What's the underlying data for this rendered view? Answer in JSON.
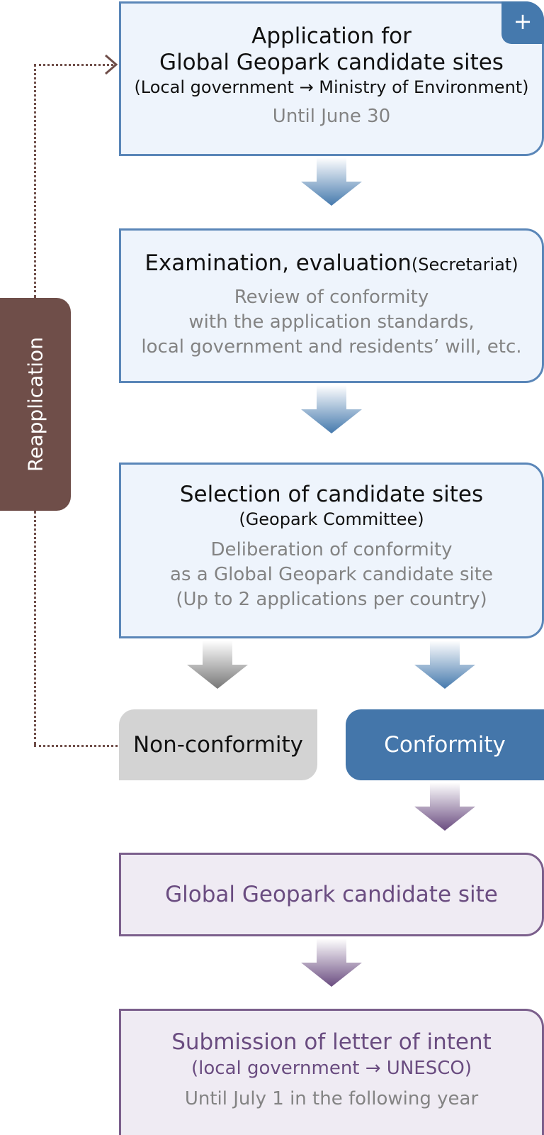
{
  "steps": [
    {
      "title_line1": "Application for",
      "title_line2": "Global Geopark candidate sites",
      "subtitle": "(Local government → Ministry of Environment)",
      "note": "Until June 30",
      "expand_symbol": "+"
    },
    {
      "title": "Examination, evaluation",
      "title_suffix": "(Secretariat)",
      "details": [
        "Review of conformity",
        "with the application standards,",
        "local government and residents’ will, etc."
      ]
    },
    {
      "title": "Selection of candidate sites",
      "subtitle": "(Geopark Committee)",
      "details": [
        "Deliberation of conformity",
        "as a Global Geopark candidate site",
        "(Up to 2 applications per country)"
      ]
    },
    {
      "title": "Global Geopark candidate site"
    },
    {
      "title": "Submission of letter of intent",
      "subtitle": "(local government → UNESCO)",
      "note": "Until July 1 in the following year"
    }
  ],
  "outcomes": {
    "non_conformity": "Non-conformity",
    "conformity": "Conformity"
  },
  "loop": {
    "label": "Reapplication"
  },
  "colors": {
    "blue_border": "#5a86b8",
    "blue_fill": "#eef4fc",
    "blue_accent": "#4476aa",
    "purple_border": "#7b5f8c",
    "purple_text": "#6a4c80",
    "gray_box": "#d3d3d3",
    "gray_text": "#838383",
    "brown": "#6f4e49"
  }
}
